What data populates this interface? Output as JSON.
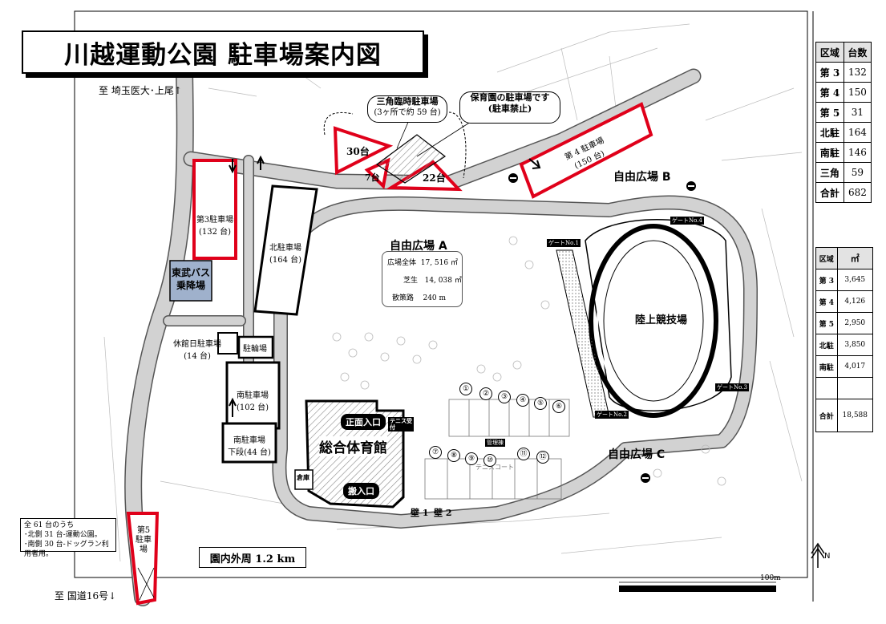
{
  "title": "川越運動公園 駐車場案内図",
  "directions": {
    "north_road": "至 埼玉医大･上尾↑",
    "south_road": "至 国道16号↓"
  },
  "parking": {
    "p3": {
      "name": "第3駐車場",
      "count": "(132 台)"
    },
    "p4": {
      "name": "第 4 駐車場",
      "count": "(150 台)"
    },
    "p5": {
      "name": "第5\n駐車場"
    },
    "north": {
      "name": "北駐車場",
      "count": "(164 台)"
    },
    "south": {
      "name": "南駐車場",
      "count": "(102 台)"
    },
    "south_lower": {
      "name": "南駐車場",
      "sub": "下段(44 台)"
    },
    "holiday": {
      "name": "休館日駐車場",
      "count": "(14 台)"
    },
    "bicycle": "駐輪場",
    "bus": {
      "line1": "東武バス",
      "line2": "乗降場"
    },
    "triangle": {
      "title": "三角臨時駐車場",
      "sub": "(3ヶ所で約 59 台)",
      "a": "30台",
      "b": "7台",
      "c": "22台"
    },
    "nursery_note": {
      "line1": "保育園の駐車場です",
      "line2": "(駐車禁止)"
    }
  },
  "plazas": {
    "a": "自由広場 A",
    "b": "自由広場 B",
    "c": "自由広場 C"
  },
  "plaza_a_areas": [
    {
      "label": "広場全体",
      "value": "17, 516 ㎡"
    },
    {
      "label": "芝生",
      "value": "14, 038 ㎡"
    },
    {
      "label": "散策路",
      "value": "240  m"
    }
  ],
  "facilities": {
    "stadium": "陸上競技場",
    "gym": "総合体育館",
    "main_entrance": "正面入口",
    "loading_entrance": "搬入口",
    "warehouse": "倉庫",
    "tennis_office": "テニス受付",
    "tennis_court_label": "テニスコート",
    "management": "管理棟",
    "wall1": "壁 1",
    "wall2": "壁 2"
  },
  "gates": [
    "ゲートNo.1",
    "ゲートNo.2",
    "ゲートNo.3",
    "ゲートNo.4"
  ],
  "tennis_courts": [
    "①",
    "②",
    "③",
    "④",
    "⑤",
    "⑥",
    "⑦",
    "⑧",
    "⑨",
    "⑩",
    "⑪",
    "⑫"
  ],
  "note": {
    "line1": "全 61 台のうち",
    "line2": "･北側 31 台-運動公園。",
    "line3": "･南側 30 台-ドッグラン利用者用。"
  },
  "lap": "園内外周 1.2 km",
  "scale": "100m",
  "north_mark": "N",
  "table_counts": {
    "headers": [
      "区域",
      "台数"
    ],
    "rows": [
      [
        "第 3",
        "132"
      ],
      [
        "第 4",
        "150"
      ],
      [
        "第 5",
        "31"
      ],
      [
        "北駐",
        "164"
      ],
      [
        "南駐",
        "146"
      ],
      [
        "三角",
        "59"
      ],
      [
        "合計",
        "682"
      ]
    ]
  },
  "table_areas": {
    "headers": [
      "区域",
      "㎡"
    ],
    "rows": [
      [
        "第 3",
        "3,645"
      ],
      [
        "第 4",
        "4,126"
      ],
      [
        "第 5",
        "2,950"
      ],
      [
        "北駐",
        "3,850"
      ],
      [
        "南駐",
        "4,017"
      ],
      [
        "",
        ""
      ],
      [
        "合計",
        "18,588"
      ]
    ]
  },
  "colors": {
    "red": "#e0001a",
    "road": "#d2d2d2",
    "bus": "#9fb1cc"
  }
}
